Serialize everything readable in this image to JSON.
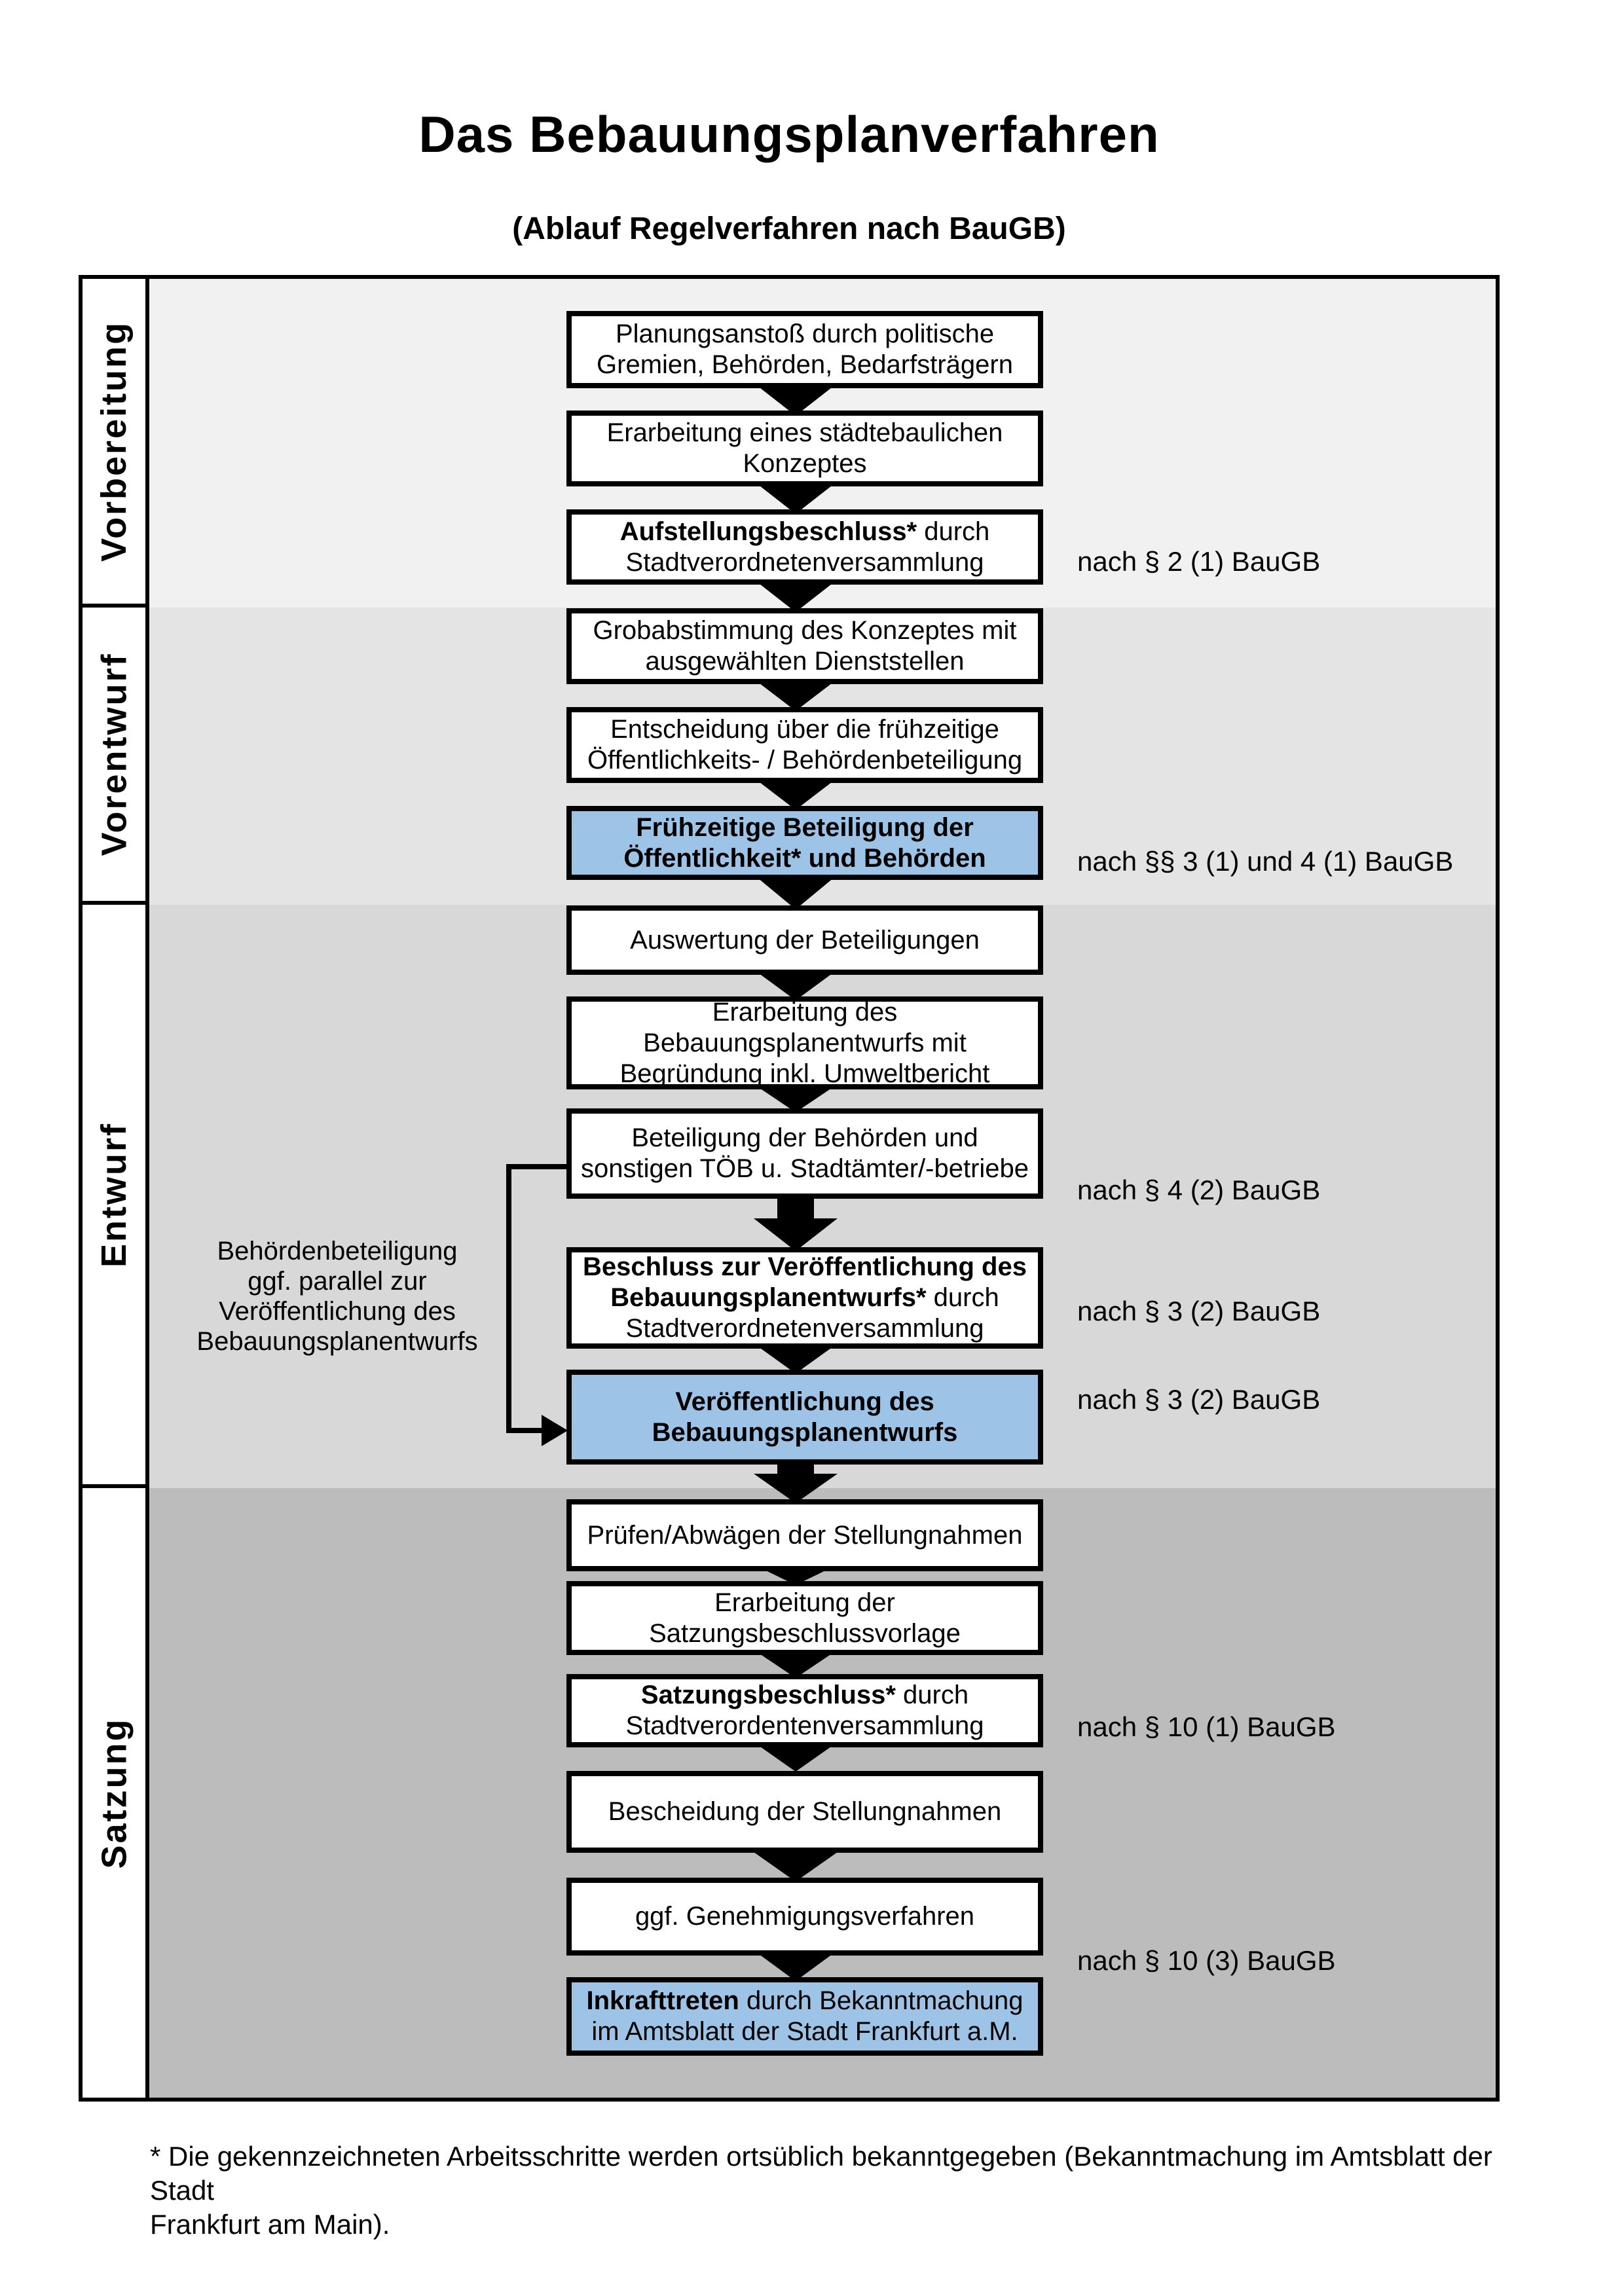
{
  "title": "Das Bebauungsplanverfahren",
  "subtitle": "(Ablauf Regelverfahren nach BauGB)",
  "phases": [
    {
      "label": "Vorbereitung"
    },
    {
      "label": "Vorentwurf"
    },
    {
      "label": "Entwurf"
    },
    {
      "label": "Satzung"
    }
  ],
  "boxes": {
    "b1": {
      "l1": "Planungsanstoß durch politische",
      "l2": "Gremien, Behörden, Bedarfsträgern"
    },
    "b2": {
      "l1": "Erarbeitung eines städtebaulichen",
      "l2": "Konzeptes"
    },
    "b3": {
      "l1b": "Aufstellungsbeschluss*",
      "l1r": " durch",
      "l2": "Stadtverordnetenversammlung"
    },
    "b4": {
      "l1": "Grobabstimmung des Konzeptes mit",
      "l2": "ausgewählten Dienststellen"
    },
    "b5": {
      "l1": "Entscheidung über die frühzeitige",
      "l2": "Öffentlichkeits- / Behördenbeteiligung"
    },
    "b6": {
      "l1": "Frühzeitige Beteiligung der",
      "l2": "Öffentlichkeit* und Behörden"
    },
    "b7": {
      "l1": "Auswertung der Beteiligungen"
    },
    "b8": {
      "l1": "Erarbeitung des",
      "l2": "Bebauungsplanentwurfs mit",
      "l3": "Begründung inkl. Umweltbericht"
    },
    "b9": {
      "l1": "Beteiligung der Behörden und",
      "l2": "sonstigen TÖB u. Stadtämter/-betriebe"
    },
    "b10": {
      "l1": "Beschluss zur Veröffentlichung des",
      "l2b": "Bebauungsplanentwurfs*",
      "l2r": " durch",
      "l3": "Stadtverordnetenversammlung"
    },
    "b11": {
      "l1": "Veröffentlichung des",
      "l2": "Bebauungsplanentwurfs"
    },
    "b12": {
      "l1": "Prüfen/Abwägen der Stellungnahmen"
    },
    "b13": {
      "l1": "Erarbeitung der",
      "l2": "Satzungsbeschlussvorlage"
    },
    "b14": {
      "l1b": "Satzungsbeschluss*",
      "l1r": " durch",
      "l2": "Stadtverordentenversammlung"
    },
    "b15": {
      "l1": "Bescheidung der Stellungnahmen"
    },
    "b16": {
      "l1": "ggf. Genehmigungsverfahren"
    },
    "b17": {
      "l1b": "Inkrafttreten",
      "l1r": " durch Bekanntmachung",
      "l2": "im Amtsblatt der Stadt Frankfurt a.M."
    }
  },
  "notes": {
    "n1": "nach § 2 (1) BauGB",
    "n2": "nach §§ 3 (1) und 4 (1) BauGB",
    "n3": "nach § 4 (2) BauGB",
    "n4": "nach § 3 (2) BauGB",
    "n5": "nach § 3 (2) BauGB",
    "n6": "nach § 10 (1) BauGB",
    "n7": "nach § 10 (3) BauGB"
  },
  "side_note": {
    "l1": "Behördenbeteiligung",
    "l2": "ggf. parallel zur",
    "l3": "Veröffentlichung des",
    "l4": "Bebauungsplanentwurfs"
  },
  "footnote": {
    "l1": "* Die gekennzeichneten Arbeitsschritte werden ortsüblich bekanntgegeben (Bekanntmachung im Amtsblatt  der Stadt",
    "l2": "Frankfurt am Main)."
  },
  "icons": {
    "down_arrow": "solid black triangle pointing down",
    "right_arrow": "solid black triangle pointing right"
  },
  "colors": {
    "highlight_blue": "#9dc3e6",
    "phase_bg_vorbereitung": "#f1f1f1",
    "phase_bg_vorentwurf": "#e4e4e4",
    "phase_bg_entwurf": "#d8d8d8",
    "phase_bg_satzung": "#bcbcbc",
    "border": "#000000"
  }
}
